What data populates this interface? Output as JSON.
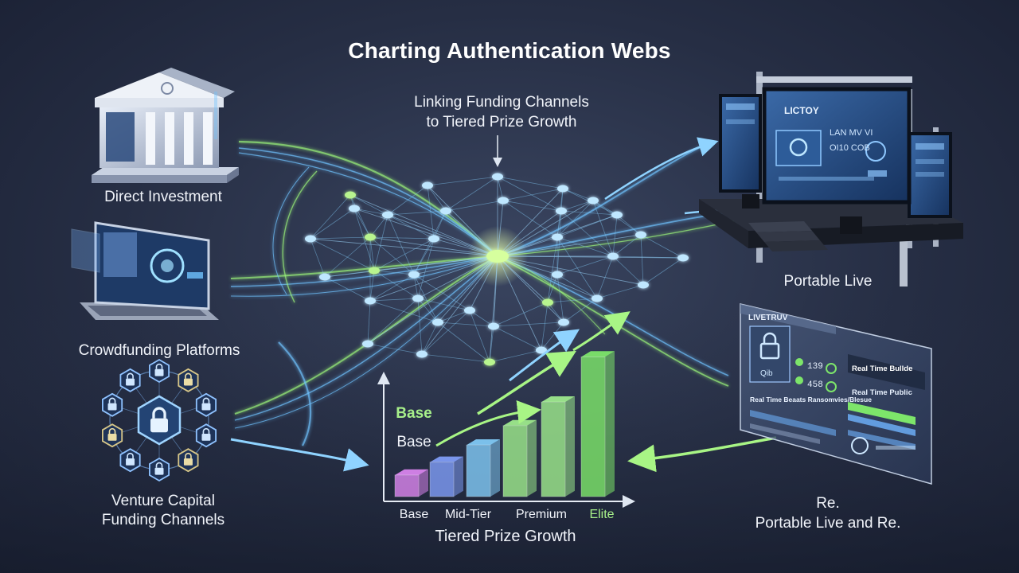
{
  "title": "Charting Authentication Webs",
  "subtitle_line1": "Linking Funding Channels",
  "subtitle_line2": "to Tiered Prize Growth",
  "sources": {
    "direct_investment": "Direct Investment",
    "crowdfunding": "Crowdfunding Platforms",
    "venture_line1": "Venture Capital",
    "venture_line2": "Funding Channels"
  },
  "destinations": {
    "portable_live": "Portable Live",
    "re_short": "Re.",
    "re_full": "Portable Live and Re."
  },
  "chart": {
    "floating_label_green": "Base",
    "floating_label_white": "Base",
    "axis_title": "Tiered Prize Growth"
  },
  "stage_screen": {
    "header": "LICTOY",
    "line1": "LAN MV VI",
    "line2": "OI10 COB"
  },
  "dashboard": {
    "header": "LIVETRUV",
    "stat1": "139",
    "stat2": "458",
    "lock_caption": "Qib",
    "right_title": "Real Time Bullde",
    "right_sub": "Real Time Public",
    "row_text": "Real Time Beaats Ransomvies/Blesue"
  },
  "chart_data": {
    "type": "bar",
    "categories": [
      "Base",
      "Mid-Tier",
      "Premium",
      "Elite"
    ],
    "bar_colors": [
      "#d884ec",
      "#7e9bf4",
      "#80c8f4",
      "#9de98c",
      "#9de98c",
      "#7de56a"
    ],
    "relative_heights": [
      1,
      1.6,
      2.4,
      3.3,
      4.4,
      6.5
    ],
    "title": "Tiered Prize Growth"
  },
  "colors": {
    "blue_flow": "#6fc3ff",
    "green_flow": "#9cf57a",
    "node": "#bfe7ff",
    "hub": "#d6ff9e"
  }
}
